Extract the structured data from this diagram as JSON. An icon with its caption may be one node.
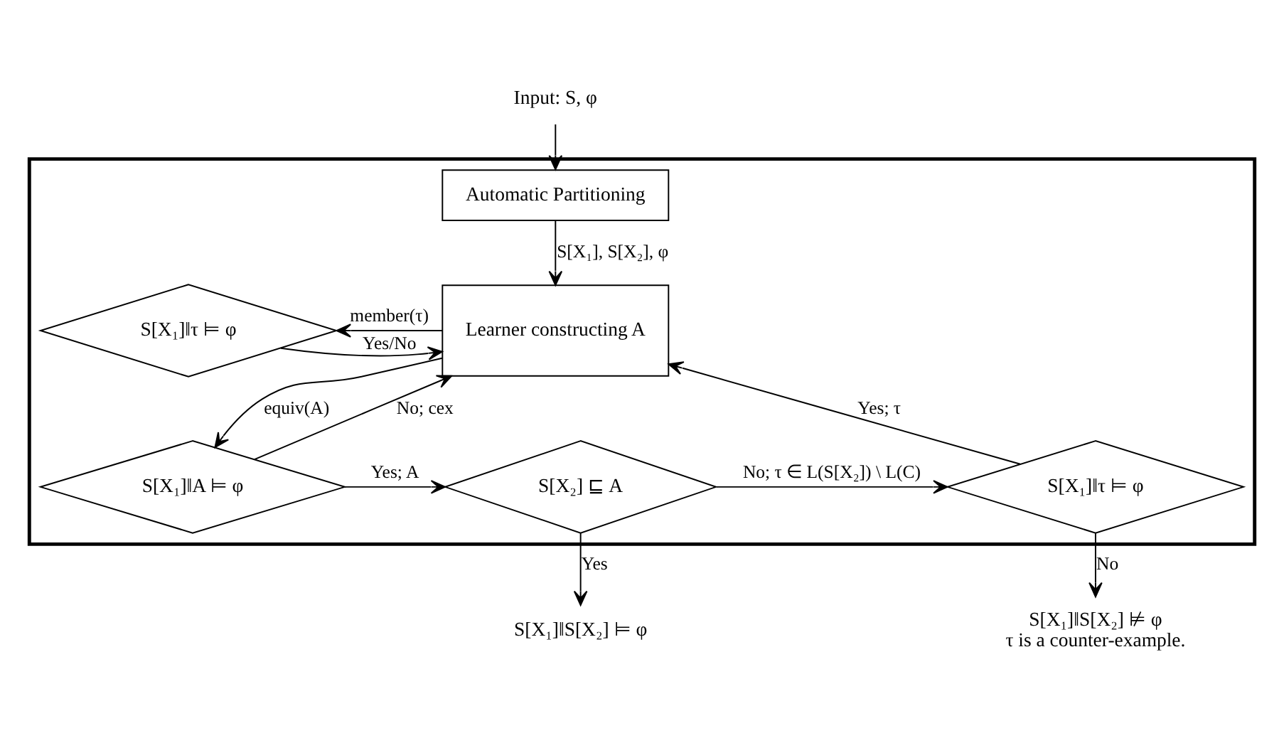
{
  "diagram": {
    "nodes": [
      {
        "text": [],
        "shape": "box"
      },
      {
        "text": [
          "Input: S, φ"
        ]
      },
      {
        "text": [
          "Automatic Partitioning"
        ],
        "in": 0
      },
      {
        "text": [
          "S[X₁]‖τ ⊨ φ"
        ],
        "in": 0
      },
      {
        "text": [
          "Learner constructing A"
        ],
        "in": 0
      },
      {
        "text": [
          "S[X₁]‖A ⊨ φ"
        ],
        "in": 0
      },
      {
        "text": [
          "S[X₂] ⊑ A"
        ],
        "in": 0
      },
      {
        "text": [
          "S[X₁]‖τ ⊨ φ"
        ],
        "in": 0
      },
      {
        "text": [
          "S[X₁]‖S[X₂] ⊨ φ"
        ]
      },
      {
        "text": [
          "S[X₁]‖S[X₂] ⊭ φ",
          "τ is a counter-example."
        ]
      }
    ],
    "edges": [
      {
        "from": 1,
        "to": 2,
        "arrow": "to"
      },
      {
        "from": 2,
        "to": 4,
        "arrow": "to",
        "label": "S[X₁], S[X₂], φ"
      },
      {
        "from": 4,
        "to": 3,
        "arrow": "to",
        "label": "member(τ)"
      },
      {
        "from": 3,
        "to": 4,
        "arrow": "to",
        "label": "Yes/No"
      },
      {
        "from": 4,
        "to": 5,
        "arrow": "to",
        "label": "equiv(A)"
      },
      {
        "from": 5,
        "to": 4,
        "arrow": "to",
        "label": "No; cex"
      },
      {
        "from": 5,
        "to": 6,
        "arrow": "to",
        "label": "Yes; A"
      },
      {
        "from": 6,
        "to": 7,
        "arrow": "to",
        "label": "No; τ ∈ L(S[X₂]) \\ L(C)"
      },
      {
        "from": 7,
        "to": 4,
        "arrow": "to",
        "label": "Yes; τ"
      },
      {
        "from": 6,
        "to": 8,
        "arrow": "to",
        "label": "Yes"
      },
      {
        "from": 7,
        "to": 9,
        "arrow": "to",
        "label": "No"
      }
    ]
  }
}
